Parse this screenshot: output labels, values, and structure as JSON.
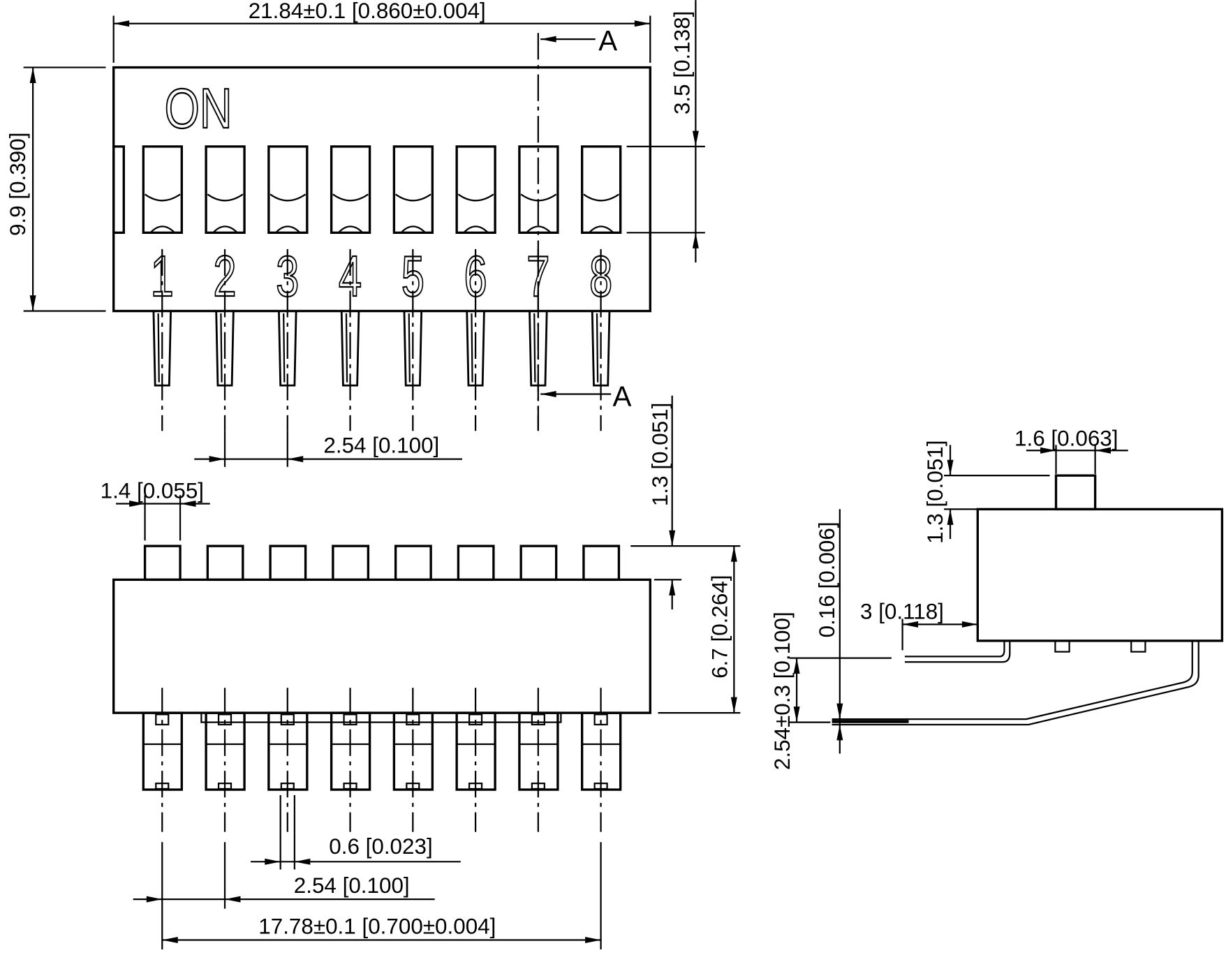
{
  "top_view": {
    "on_label": "ON",
    "switch_numbers": [
      "1",
      "2",
      "3",
      "4",
      "5",
      "6",
      "7",
      "8"
    ],
    "section_marker": "A",
    "dimensions": {
      "overall_length": "21.84±0.1 [0.860±0.004]",
      "body_width": "9.9 [0.390]",
      "window_length": "3.5 [0.138]",
      "pin_pitch": "2.54 [0.100]"
    }
  },
  "front_view": {
    "dimensions": {
      "actuator_width": "1.4 [0.055]",
      "actuator_height": "1.3 [0.051]",
      "body_height": "6.7 [0.264]",
      "pin_width": "0.6 [0.023]",
      "pin_pitch": "2.54 [0.100]",
      "pin_span": "17.78±0.1 [0.700±0.004]"
    }
  },
  "side_view": {
    "dimensions": {
      "actuator_width": "1.6 [0.063]",
      "actuator_height": "1.3 [0.051]",
      "pin_thickness": "0.16 [0.006]",
      "pin_offset": "3 [0.118]",
      "pin_length": "2.54±0.3 [0.100]"
    }
  }
}
